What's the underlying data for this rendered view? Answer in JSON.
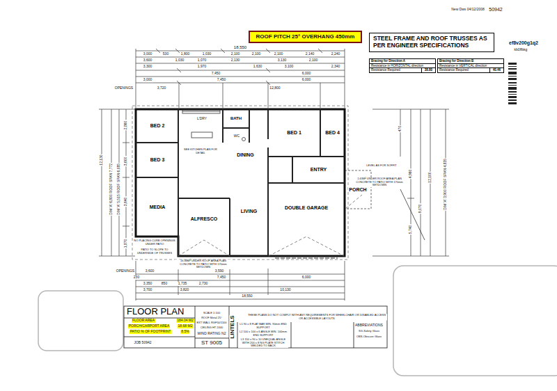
{
  "diagram": {
    "title": "FLOOR PLAN",
    "nodes": [
      {
        "text": [
          "ROOF PITCH 25° OVERHANG 450mm"
        ]
      },
      {
        "text": [
          "STEEL FRAME AND ROOF TRUSSES AS PER ENGINEER SPECIFICATIONS"
        ]
      },
      {
        "text": [
          "Bracing for Direction A",
          "Resistance in HORIZONTAL direction",
          "Resistance Required",
          "38.80"
        ]
      },
      {
        "text": [
          "Bracing for Direction B",
          "Resistance in VERTICAL direction",
          "Resistance Required",
          "40.46"
        ]
      },
      {
        "text": [
          "BED 2"
        ]
      },
      {
        "text": [
          "BATH"
        ]
      },
      {
        "text": [
          "BED 1"
        ]
      },
      {
        "text": [
          "BED 4"
        ]
      },
      {
        "text": [
          "BED 3"
        ]
      },
      {
        "text": [
          "DINING"
        ]
      },
      {
        "text": [
          "ENTRY"
        ]
      },
      {
        "text": [
          "MEDIA"
        ]
      },
      {
        "text": [
          "ALFRESCO"
        ]
      },
      {
        "text": [
          "LIVING"
        ]
      },
      {
        "text": [
          "DOUBLE GARAGE"
        ]
      },
      {
        "text": [
          "PORCH"
        ]
      }
    ],
    "labels": [
      "New Dws 04/12/2008",
      "50942",
      "ef8v200g1q2",
      "kb0ffbkg",
      "18,550",
      "3,000",
      "530",
      "1,800",
      "1,030",
      "2,100",
      "2,100",
      "2,100",
      "2,140",
      "2,240",
      "3,600",
      "1,030",
      "1,070",
      "2,130",
      "3,130",
      "2,100",
      "3,300",
      "1,970",
      "1,630",
      "3,100",
      "2,340",
      "7,450",
      "6,000",
      "3,000",
      "7,450",
      "6,000",
      "OPENINGS",
      "3,720",
      "12,800",
      "12,130",
      "DIM 'A' 6,800 ROOF SPAN 7,772",
      "DIM 'A' 5,515 ROOF SPAN 6,085",
      "2,860",
      "3,600",
      "3,640",
      "1,870",
      "470",
      "4,960",
      "9,070",
      "12,100",
      "DIM 'A' 3,900 ROOF SPAN 4,835",
      "5,740",
      "SEE KITCHEN PLAN FOR DETAIL",
      "L'DRY",
      "WC",
      "NO PLACING CURB OPENINGS UNDER PATIO",
      "PATIO TO SLOPE TO UNDERSIDE OF TRUSSES",
      "16.88M² UNDER ROOF AREA PLAN CONCRETE TO PATIO WITH 170mm SETDOWN",
      "1.63M² UNDER ROOF AREA PLAN CONCRETE TO PATIO WITH 170mm SETDOWN",
      "LEVEL AS FOR SOFFIT",
      "OPENINGS",
      "3,600",
      "3,590",
      "230",
      "7,450",
      "6,000",
      "3,350",
      "850",
      "1,735",
      "2,730",
      "3,700",
      "3,820",
      "10,130",
      "18,550",
      "FLOOR AREA",
      "184.04 M2",
      "PORCH/CARPORT AREA",
      "18.68 M2",
      "PATIO % OF FOOTPRINT",
      "8.5%",
      "SCALE 1:100",
      "ROOF Metal 25°",
      "EXT WALL RGF50/1100",
      "CEILING HT 2440",
      "WIND RATING N2",
      "JOB 50942",
      "ST 9005",
      "LINTELS",
      "THESE PLANS DO NOT COMPLY WITH ANY REQUIREMENTS FOR WHEELCHAIR OR DISABLED ACCESS OR ACCESSIBLE LAYOUTS",
      "L1 90 x 8 FLAT BAR MIN. 90mm END SUPPORT",
      "L2 100 x 100 x 6 ANGLE MIN. 100mm END SUPPORT",
      "L3 150 x 90 x 10 UNEQUAL ANGLE WITH 200 x 8 NG PLATE STITCH WELDED TO BACK",
      "ABBREVIATIONS",
      "SG-Safety Glass",
      "OBS-Obscure Glass"
    ]
  }
}
